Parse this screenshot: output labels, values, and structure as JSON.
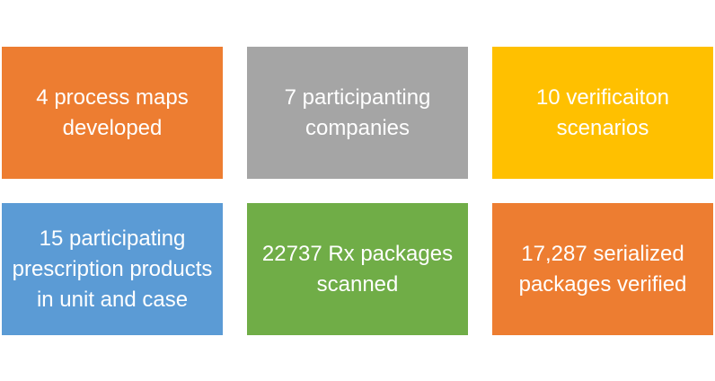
{
  "tiles": [
    {
      "text": "4 process maps developed",
      "color": "#ED7D31"
    },
    {
      "text": "7 participanting companies",
      "color": "#A5A5A5"
    },
    {
      "text": "10 verificaiton scenarios",
      "color": "#FFC000"
    },
    {
      "text": "15 participating prescription products in unit and case",
      "color": "#5B9BD5"
    },
    {
      "text": "22737 Rx packages scanned",
      "color": "#70AD47"
    },
    {
      "text": "17,287 serialized packages verified",
      "color": "#ED7D31"
    }
  ]
}
